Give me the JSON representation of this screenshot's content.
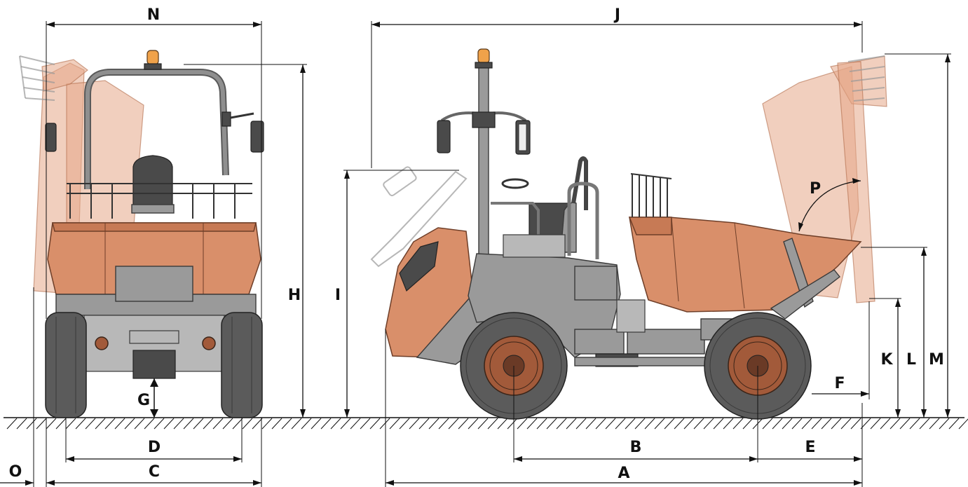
{
  "labels": {
    "N": "N",
    "J": "J",
    "H": "H",
    "I": "I",
    "G": "G",
    "D": "D",
    "C": "C",
    "O": "O",
    "B": "B",
    "A": "A",
    "E": "E",
    "F": "F",
    "K": "K",
    "L": "L",
    "M": "M",
    "P": "P"
  },
  "colors": {
    "body": "#d98f6a",
    "chassis": "#9a9a9a",
    "tire": "#5b5b5b",
    "beacon": "#f0a24a",
    "lines": "#111111"
  }
}
